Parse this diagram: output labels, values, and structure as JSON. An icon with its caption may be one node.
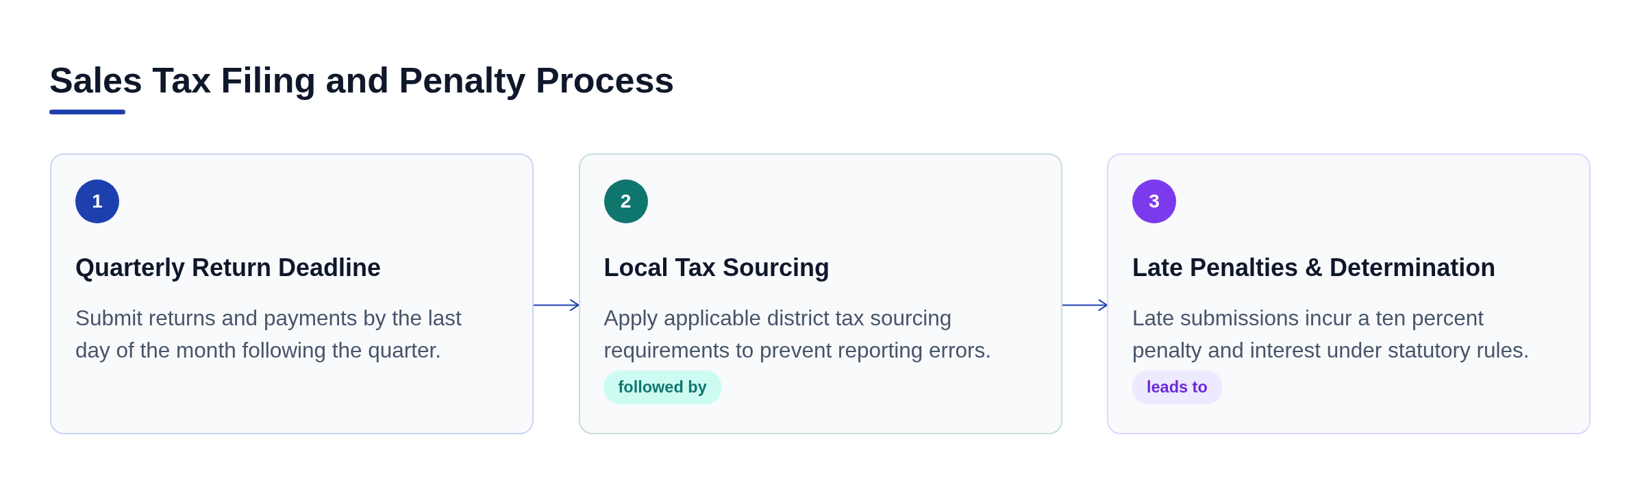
{
  "diagram": {
    "title": "Sales Tax Filing and Penalty Process",
    "nodes": [
      {
        "text": [
          "Quarterly Return Deadline",
          "Submit returns and payments by the last day of the month following the quarter."
        ]
      },
      {
        "text": [
          "1"
        ],
        "in": 0
      },
      {
        "text": [
          "Local Tax Sourcing",
          "Apply applicable district tax sourcing requirements to prevent reporting errors."
        ]
      },
      {
        "text": [
          "2"
        ],
        "in": 2
      },
      {
        "text": [
          "followed by"
        ],
        "in": 2
      },
      {
        "text": [
          "Late Penalties & Determination",
          "Late submissions incur a ten percent penalty and interest under statutory rules."
        ]
      },
      {
        "text": [
          "3"
        ],
        "in": 5
      },
      {
        "text": [
          "leads to"
        ],
        "in": 5
      }
    ],
    "edges": [
      {
        "from": 0,
        "to": 2,
        "arrow": "to"
      },
      {
        "from": 2,
        "to": 5,
        "arrow": "to"
      }
    ]
  }
}
